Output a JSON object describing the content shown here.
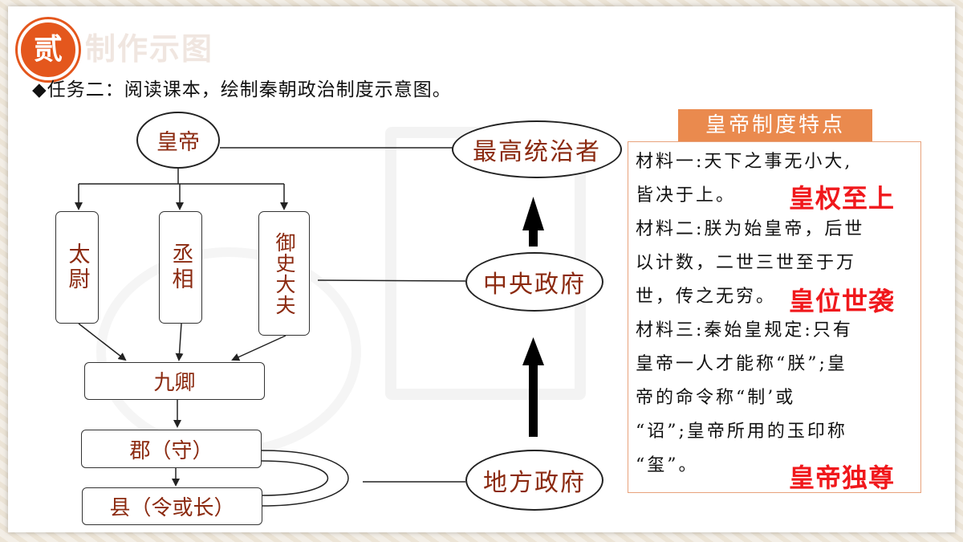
{
  "header": {
    "badge": "贰",
    "title_ghost": "制作示图",
    "task": "◆任务二：阅读课本，绘制秦朝政治制度示意图。"
  },
  "diagram": {
    "emperor": "皇帝",
    "supreme_ruler": "最高统治者",
    "central_gov": "中央政府",
    "local_gov": "地方政府",
    "taiwei": "太尉",
    "chengxiang": "丞相",
    "yushi": "御史大夫",
    "jiuqing": "九卿",
    "jun": "郡（守）",
    "xian": "县（令或长）"
  },
  "panel": {
    "title": "皇帝制度特点",
    "m1_l1": "材料一:天下之事无小大,",
    "m1_l2": "皆决于上。",
    "tag1": "皇权至上",
    "m2_l1": "材料二:朕为始皇帝，后世",
    "m2_l2": "以计数，二世三世至于万",
    "m2_l3": "世，传之无穷。",
    "tag2": "皇位世袭",
    "m3_l1": "材料三:秦始皇规定:只有",
    "m3_l2": "皇帝一人才能称“朕”;皇",
    "m3_l3": "帝的命令称“制’或",
    "m3_l4": "“诏”;皇帝所用的玉印称",
    "m3_l5": "“玺”。",
    "tag3": "皇帝独尊"
  },
  "colors": {
    "accent": "#e4571d",
    "node_text": "#8b2a10",
    "tag_red": "#f0181c",
    "panel_title_bg": "#ea8a4e"
  }
}
